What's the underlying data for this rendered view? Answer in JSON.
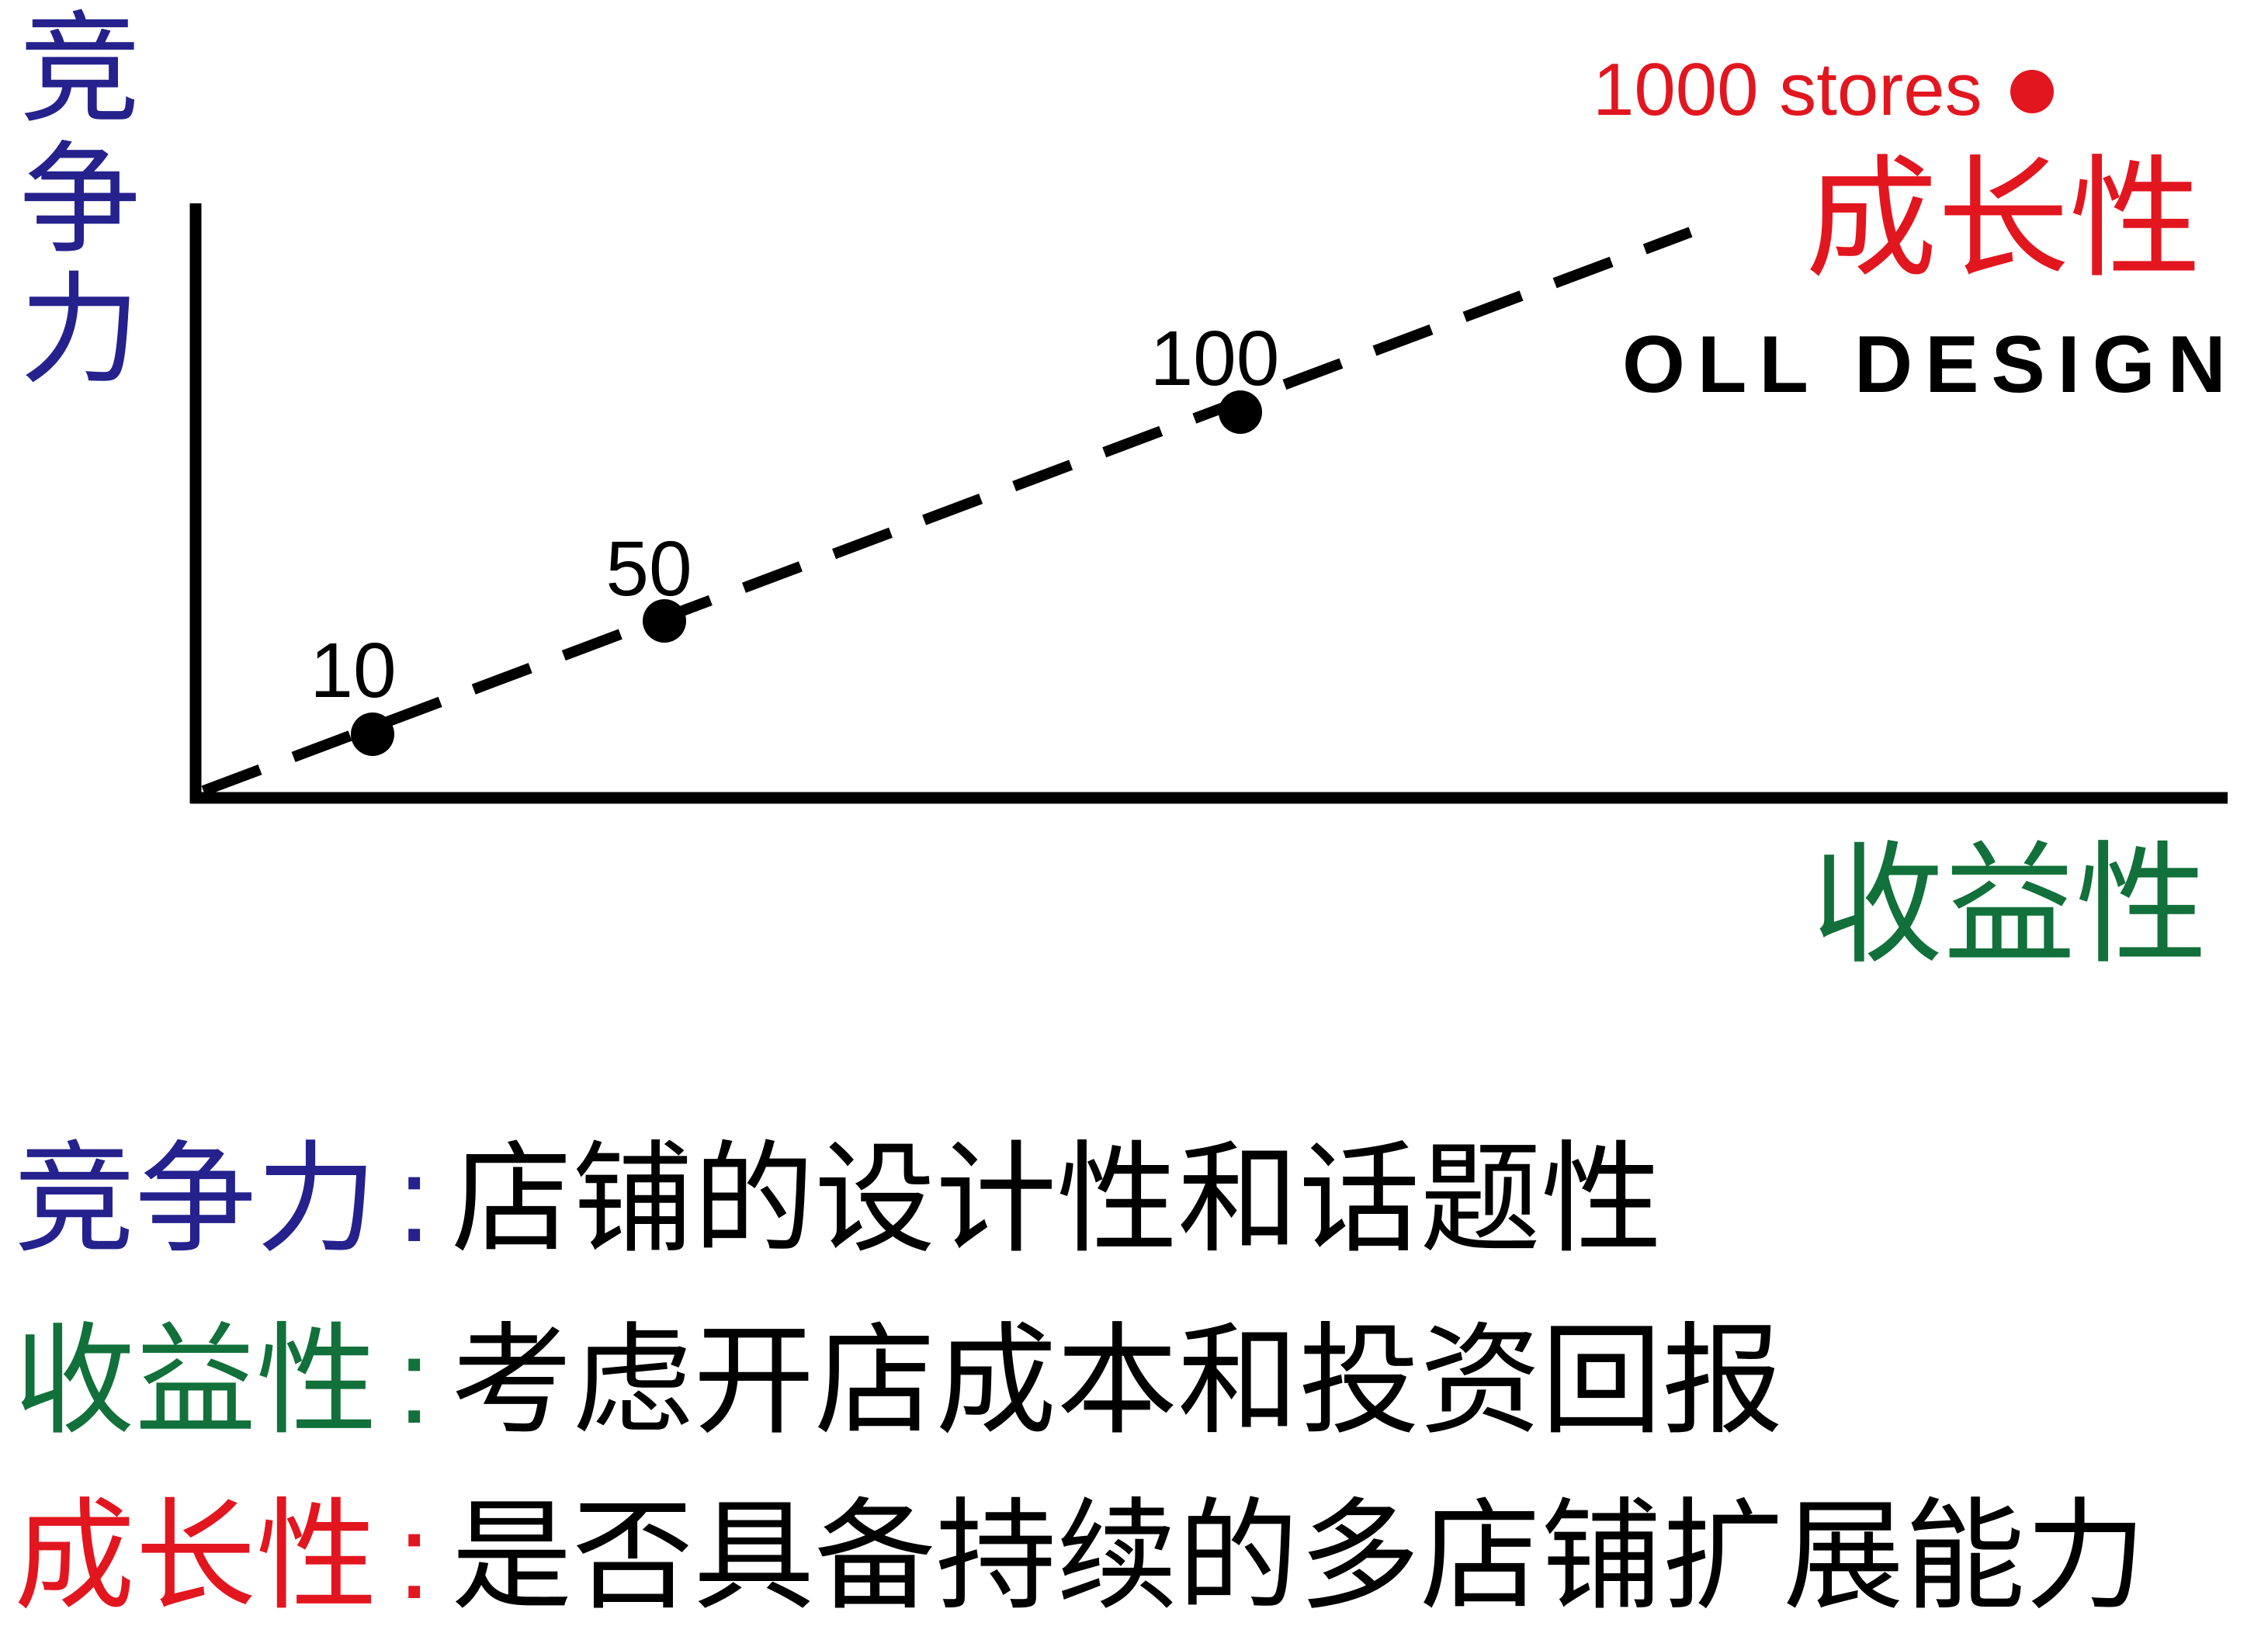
{
  "axes": {
    "y_label": "竞争力",
    "x_label": "收益性",
    "trend_label": "成长性"
  },
  "points": [
    {
      "label": "10"
    },
    {
      "label": "50"
    },
    {
      "label": "100"
    }
  ],
  "goal": {
    "label": "1000 stores"
  },
  "brand": "OLL DESIGN",
  "legend": [
    {
      "term": "竞争力",
      "sep": ":",
      "desc": "店铺的设计性和话题性"
    },
    {
      "term": "收益性",
      "sep": ":",
      "desc": "考虑开店成本和投资回报"
    },
    {
      "term": "成长性",
      "sep": ":",
      "desc": "是否具备持续的多店铺扩展能力"
    }
  ],
  "colors": {
    "competitiveness": "#25228d",
    "profitability": "#12703a",
    "growth": "#e2161f",
    "ink": "#000000"
  }
}
